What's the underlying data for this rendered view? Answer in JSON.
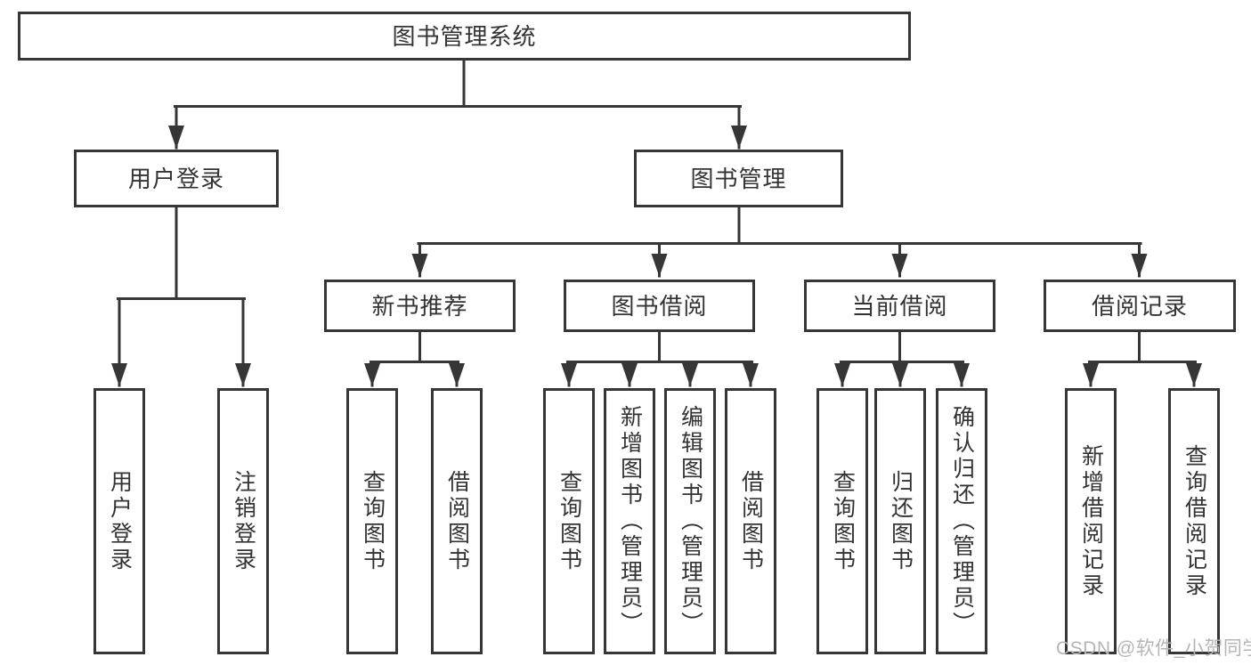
{
  "diagram": {
    "root": {
      "label": "图书管理系统"
    },
    "level2": {
      "user_login": {
        "label": "用户登录"
      },
      "book_management": {
        "label": "图书管理"
      }
    },
    "level3": {
      "new_book_recommendation": {
        "label": "新书推荐"
      },
      "book_borrowing": {
        "label": "图书借阅"
      },
      "current_borrowing": {
        "label": "当前借阅"
      },
      "borrowing_records": {
        "label": "借阅记录"
      }
    },
    "leaves": {
      "user_login": {
        "label": "用户登录"
      },
      "logout": {
        "label": "注销登录"
      },
      "recommend_query_books": {
        "label": "查询图书"
      },
      "recommend_borrow_books": {
        "label": "借阅图书"
      },
      "borrowing_query_books": {
        "label": "查询图书"
      },
      "borrowing_add_books": {
        "label": "新增图书（管理员）"
      },
      "borrowing_edit_books": {
        "label": "编辑图书（管理员）"
      },
      "borrowing_borrow_books": {
        "label": "借阅图书"
      },
      "current_query_books": {
        "label": "查询图书"
      },
      "current_return_books": {
        "label": "归还图书"
      },
      "current_confirm_return": {
        "label": "确认归还（管理员）"
      },
      "records_add_record": {
        "label": "新增借阅记录"
      },
      "records_query_record": {
        "label": "查询借阅记录"
      }
    }
  },
  "watermark": {
    "text": "CSDN @软件_小贺同学"
  },
  "colors": {
    "line": "#363636",
    "text": "#333333",
    "watermark": "#b5b5b5",
    "background": "#ffffff"
  }
}
